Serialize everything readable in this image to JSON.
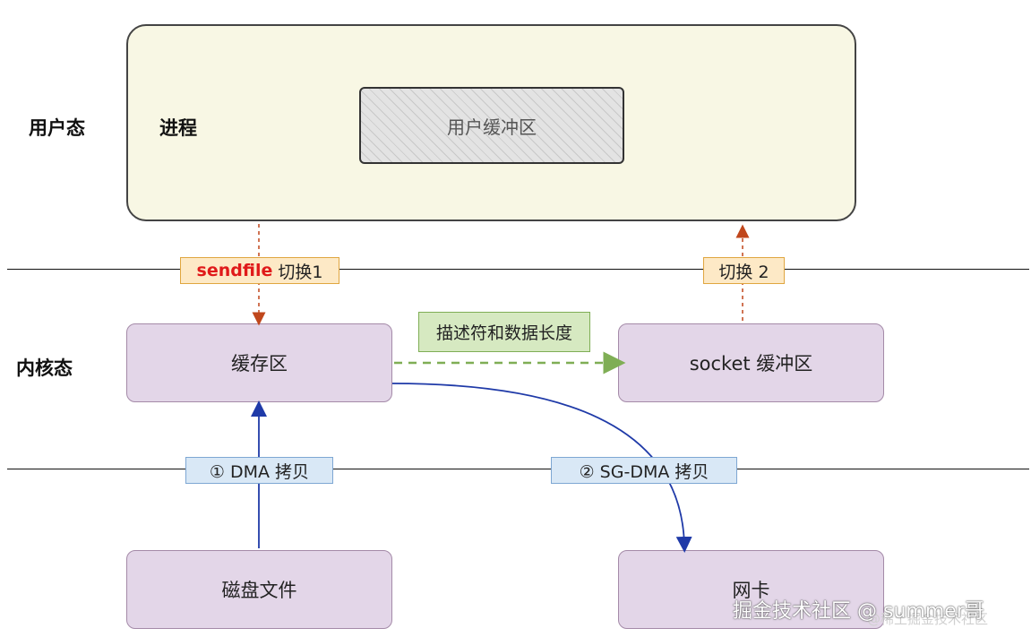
{
  "zones": {
    "user_mode": "用户态",
    "kernel_mode": "内核态"
  },
  "process": {
    "label": "进程",
    "user_buffer": "用户缓冲区"
  },
  "kernel": {
    "cache": "缓存区",
    "socket_buffer": "socket 缓冲区"
  },
  "hardware": {
    "disk_file": "磁盘文件",
    "nic": "网卡"
  },
  "tags": {
    "sendfile_keyword": "sendfile",
    "switch1": "切换1",
    "switch2": "切换 2",
    "descriptor": "描述符和数据长度",
    "dma_copy": "① DMA 拷贝",
    "sg_dma_copy": "② SG-DMA 拷贝"
  },
  "watermark": {
    "text": "掘金技术社区 @ summer哥",
    "sub": "@稀土掘金技术社区"
  },
  "colors": {
    "process_fill": "#f8f7e4",
    "purple_fill": "#e3d6e8",
    "orange_arrow": "#c0471c",
    "green_arrow": "#7fae55",
    "blue_arrow": "#1f3aa8",
    "sendfile_red": "#e01a1a"
  }
}
